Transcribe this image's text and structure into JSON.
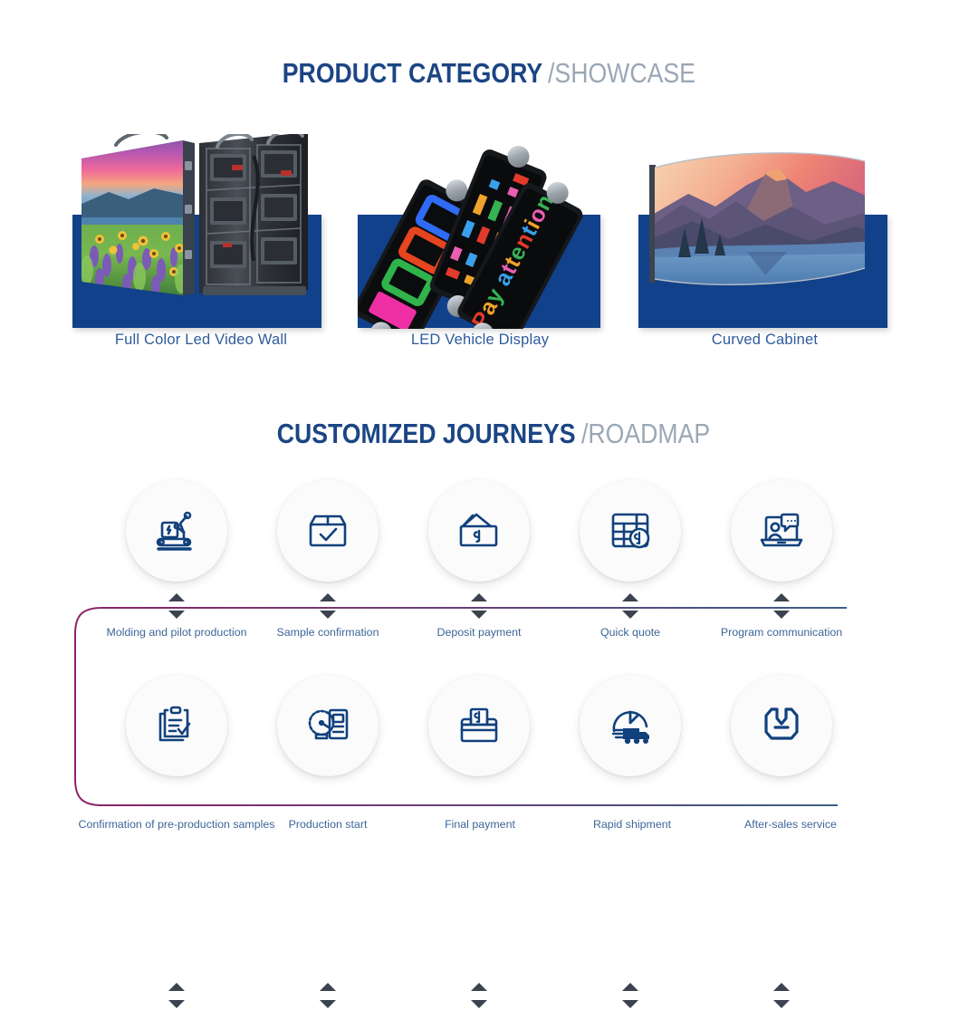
{
  "sections": {
    "showcase": {
      "main": "PRODUCT CATEGORY",
      "sub": "/SHOWCASE"
    },
    "roadmap": {
      "main": "CUSTOMIZED JOURNEYS",
      "sub": "/ROADMAP"
    }
  },
  "colors": {
    "heading_blue": "#1b4584",
    "heading_gray": "#9aa7b5",
    "plate_blue": "#11418a",
    "label_blue": "#2e5b9c",
    "icon_navy": "#11417c",
    "line_purple": "#8c2468",
    "line_blue": "#3b5f86",
    "circle_bg": "#fbfbfc"
  },
  "products": [
    {
      "label": "Full Color Led Video Wall",
      "art": "led-video-wall-cabinet-front-and-back",
      "screen_image": "sunset-meadow-with-sunflowers-and-lake"
    },
    {
      "label": "LED Vehicle Display",
      "art": "three-led-vehicle-display-bars",
      "screen_text": "Pay attention"
    },
    {
      "label": "Curved Cabinet",
      "art": "curved-led-screen",
      "screen_image": "mountain-sunset-half-dome"
    }
  ],
  "roadmap": {
    "row1": [
      {
        "label": "Molding and pilot production",
        "icon": "robot-arm-conveyor-icon"
      },
      {
        "label": "Sample confirmation",
        "icon": "box-check-icon"
      },
      {
        "label": "Deposit payment",
        "icon": "wallet-dollar-icon"
      },
      {
        "label": "Quick quote",
        "icon": "spreadsheet-dollar-icon"
      },
      {
        "label": "Program communication",
        "icon": "laptop-chat-icon"
      }
    ],
    "row2": [
      {
        "label": "Confirmation of pre-production samples",
        "icon": "clipboard-check-icon"
      },
      {
        "label": "Production start",
        "icon": "gauge-control-panel-icon"
      },
      {
        "label": "Final payment",
        "icon": "wallet-bill-dollar-icon"
      },
      {
        "label": "Rapid shipment",
        "icon": "clock-truck-icon"
      },
      {
        "label": "After-sales service",
        "icon": "wrench-icon"
      }
    ]
  }
}
